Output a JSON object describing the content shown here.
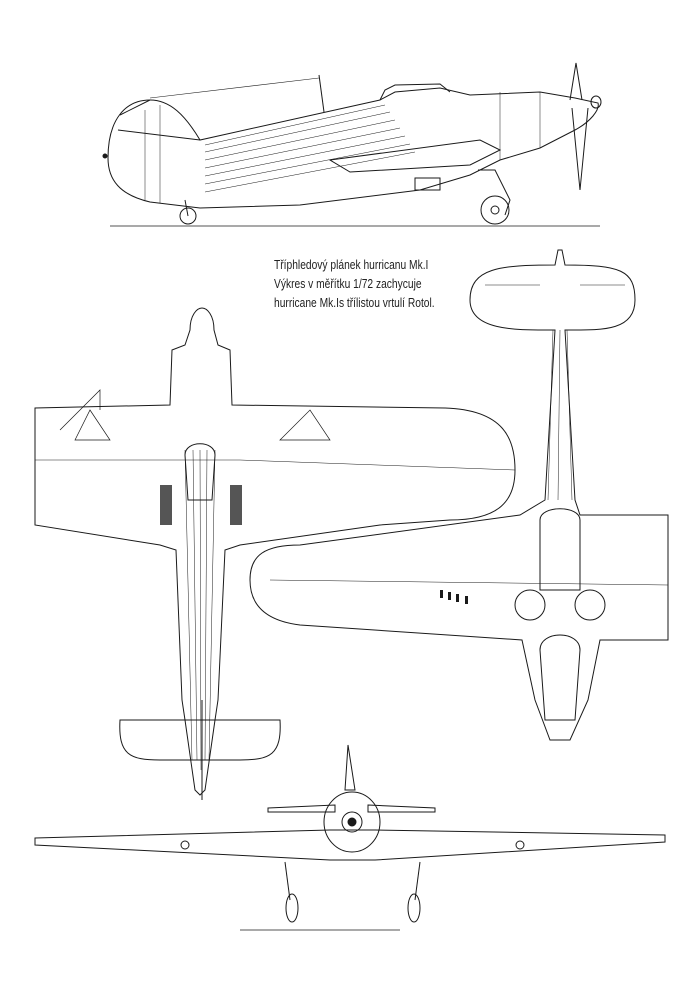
{
  "caption": {
    "lines": [
      "Tříphledový plánek hurricanu Mk.I",
      "Výkres v měřítku 1/72 zachycuje",
      "hurricane Mk.Is třílistou vrtulí Rotol."
    ]
  },
  "views": [
    "side-view",
    "top-view",
    "bottom-view",
    "front-view"
  ],
  "colors": {
    "line": "#1a1a1a",
    "background": "#ffffff"
  }
}
